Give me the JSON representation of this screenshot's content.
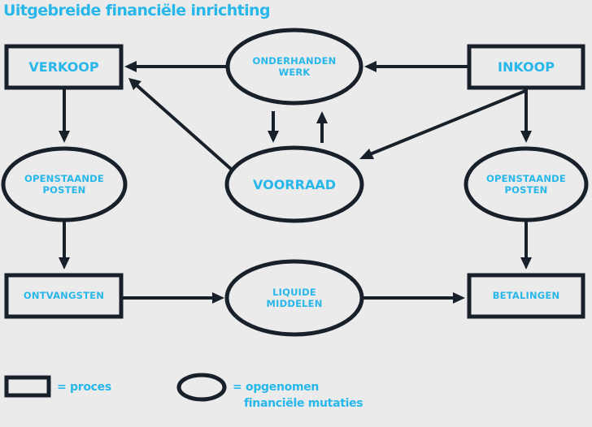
{
  "title": "Uitgebreide financiële inrichting",
  "nodes": {
    "verkoop": "VERKOOP",
    "onderhanden_werk": [
      "ONDERHANDEN",
      "WERK"
    ],
    "inkoop": "INKOOP",
    "openstaande_posten_left": [
      "OPENSTAANDE",
      "POSTEN"
    ],
    "voorraad": "VOORRAAD",
    "openstaande_posten_right": [
      "OPENSTAANDE",
      "POSTEN"
    ],
    "ontvangsten": "ONTVANGSTEN",
    "liquide_middelen": [
      "LIQUIDE",
      "MIDDELEN"
    ],
    "betalingen": "BETALINGEN"
  },
  "legend": {
    "proces": "= proces",
    "mutaties_line1": "= opgenomen",
    "mutaties_line2": "financiële mutaties"
  },
  "colors": {
    "background": "#ebebeb",
    "text": "#27b7ea",
    "stroke": "#18202a"
  }
}
